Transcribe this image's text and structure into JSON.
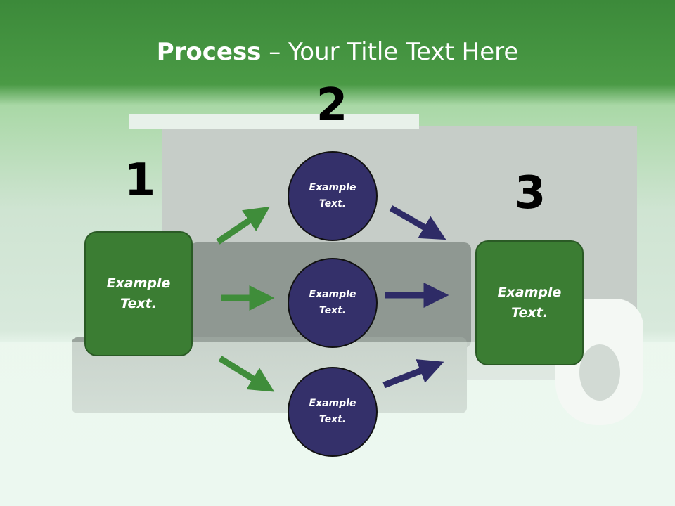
{
  "title": {
    "bold": "Process",
    "rest": " – Your Title Text Here"
  },
  "steps": [
    {
      "number": "1",
      "text_line1": "Example",
      "text_line2": "Text."
    },
    {
      "number": "2",
      "circles": [
        {
          "text_line1": "Example",
          "text_line2": "Text."
        },
        {
          "text_line1": "Example",
          "text_line2": "Text."
        },
        {
          "text_line1": "Example",
          "text_line2": "Text."
        }
      ]
    },
    {
      "number": "3",
      "text_line1": "Example",
      "text_line2": "Text."
    }
  ],
  "colors": {
    "green_box": "#3b7d33",
    "navy_circle": "#34306a",
    "green_arrow": "#3f8d3a",
    "navy_arrow": "#2e2b66"
  }
}
